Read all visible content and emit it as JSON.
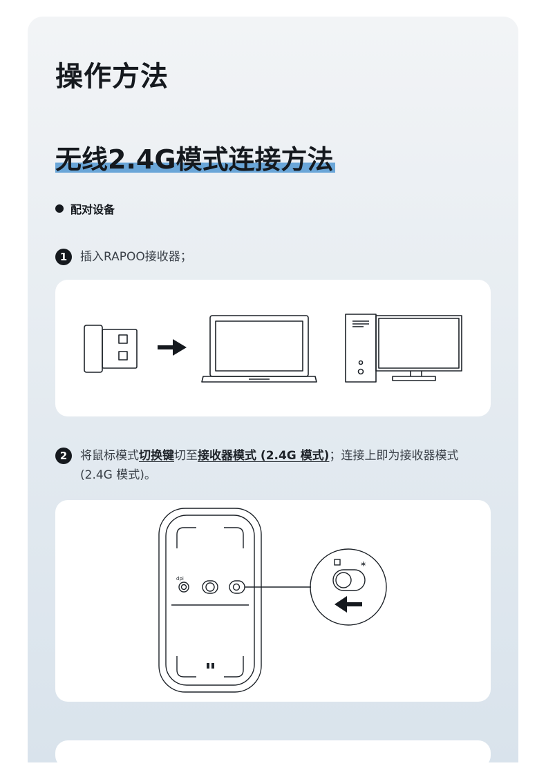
{
  "heading": {
    "title": "操作方法",
    "subtitle": "无线2.4G模式连接方法"
  },
  "section": {
    "bullet_label": "配对设备"
  },
  "steps": [
    {
      "number": "1",
      "text": "插入RAPOO接收器；"
    },
    {
      "number": "2",
      "text_a": "将鼠标模式",
      "text_b": "切换键",
      "text_c": "切至",
      "text_d": "接收器模式 (2.4G 模式)",
      "text_e": "；连接上即为接收器模式 (2.4G 模式)。"
    }
  ],
  "illustration": {
    "dpi_label": "dpi"
  },
  "colors": {
    "accent_underline": "#6aa6d8",
    "panel_top": "#f2f4f6",
    "panel_bottom": "#d9e3ec",
    "ink": "#15191e"
  }
}
